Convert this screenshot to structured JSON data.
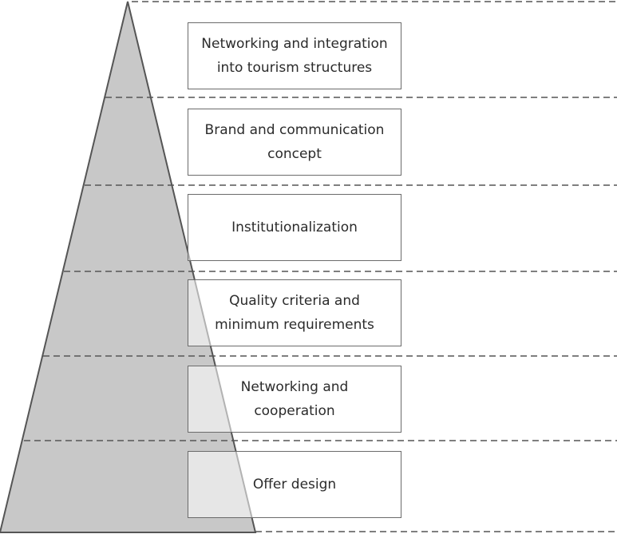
{
  "diagram": {
    "levels": [
      {
        "label": "Networking and integration\ninto tourism structures"
      },
      {
        "label": "Brand and communication\nconcept"
      },
      {
        "label": "Institutionalization"
      },
      {
        "label": "Quality criteria and\nminimum requirements"
      },
      {
        "label": "Networking and\ncooperation"
      },
      {
        "label": "Offer design"
      }
    ],
    "colors": {
      "pyramid_fill": "#c8c8c8",
      "pyramid_stroke": "#555555",
      "dashed_line": "#555555",
      "box_border": "#6b6b6b",
      "text": "#2b2b2b"
    }
  }
}
